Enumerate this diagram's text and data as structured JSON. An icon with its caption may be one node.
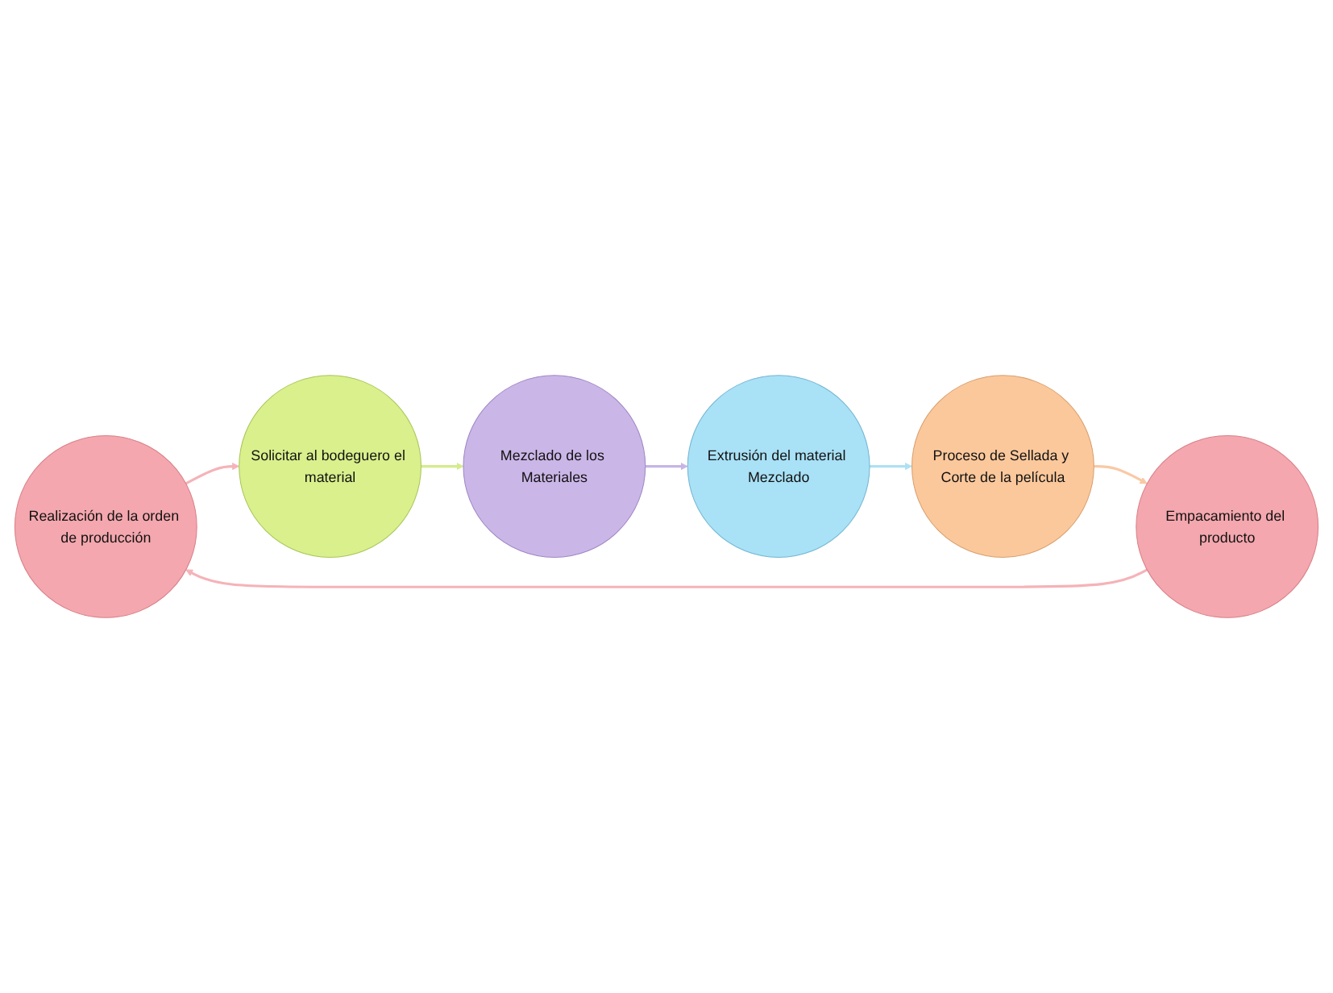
{
  "diagram": {
    "nodes": [
      {
        "text": [
          "Realización de la orden de producción"
        ]
      },
      {
        "text": [
          "Solicitar al bodeguero el material"
        ]
      },
      {
        "text": [
          "Mezclado de los Materiales"
        ]
      },
      {
        "text": [
          "Extrusión del material Mezclado"
        ]
      },
      {
        "text": [
          "Proceso de Sellada y Corte de la película"
        ]
      },
      {
        "text": [
          "Empacamiento del producto"
        ]
      }
    ],
    "edges": [
      {
        "from": 0,
        "to": 1,
        "arrow": "to",
        "color": "#f5b3b8"
      },
      {
        "from": 1,
        "to": 2,
        "arrow": "to",
        "color": "#d4ec8c"
      },
      {
        "from": 2,
        "to": 3,
        "arrow": "to",
        "color": "#c7b5e5"
      },
      {
        "from": 3,
        "to": 4,
        "arrow": "to",
        "color": "#aee1f2"
      },
      {
        "from": 4,
        "to": 5,
        "arrow": "to",
        "color": "#f9c9a5"
      },
      {
        "from": 5,
        "to": 0,
        "arrow": "to",
        "color": "#f5b3b8"
      }
    ]
  }
}
